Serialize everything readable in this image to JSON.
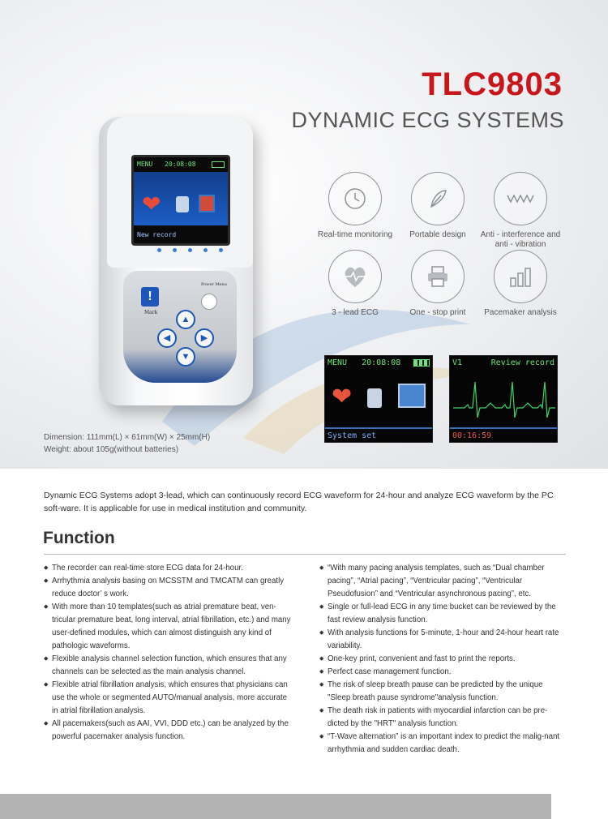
{
  "header": {
    "model": "TLC9803",
    "subtitle": "DYNAMIC ECG SYSTEMS"
  },
  "device": {
    "screen_menu": "MENU",
    "screen_time": "20:08:08",
    "screen_status": "New record",
    "mark_label": "Mark",
    "power_label": "Power Menu"
  },
  "dimensions": {
    "line1": "Dimension: 111mm(L) × 61mm(W) × 25mm(H)",
    "line2": "Weight: about 105g(without batteries)"
  },
  "features": [
    {
      "label": "Real-time monitoring",
      "icon": "clock-icon"
    },
    {
      "label": "Portable design",
      "icon": "feather-icon"
    },
    {
      "label": "Anti - interference and anti - vibration",
      "icon": "wave-icon"
    },
    {
      "label": "3 - lead ECG",
      "icon": "heart-ecg-icon"
    },
    {
      "label": "One - stop print",
      "icon": "printer-icon"
    },
    {
      "label": "Pacemaker analysis",
      "icon": "bar-chart-icon"
    }
  ],
  "screens": {
    "menu": {
      "title": "MENU",
      "time": "20:08:08",
      "footer": "System set"
    },
    "review": {
      "lead": "V1",
      "title": "Review record",
      "footer": "00:16:59"
    }
  },
  "intro": "Dynamic ECG Systems adopt 3-lead, which can continuously record ECG waveform for 24-hour and analyze ECG waveform by the PC soft-ware. It is applicable for use in medical institution and community.",
  "function": {
    "title": "Function",
    "left": [
      "The recorder can real-time store ECG data for 24-hour.",
      "Arrhythmia analysis basing on MCSSTM and TMCATM can greatly reduce doctor’ s work.",
      "With more than 10 templates(such as atrial premature beat, ven-tricular premature beat, long interval, atrial fibrillation, etc.) and many user-defined modules, which can almost distinguish any kind of pathologic waveforms.",
      "Flexible analysis channel selection function, which ensures that any channels can be selected as the main analysis channel.",
      "Flexible atrial fibrillation analysis, which ensures that physicians can use the whole or segmented AUTO/manual analysis, more accurate in atrial fibrillation analysis.",
      "All pacemakers(such as AAI, VVI, DDD etc.) can be analyzed by the powerful pacemaker analysis function."
    ],
    "right": [
      "“With many pacing analysis templates, such as “Dual chamber pacing”, “Atrial pacing”, “Ventricular pacing”, “Ventricular Pseudofusion” and “Ventricular asynchronous pacing”, etc.",
      "Single or full-lead ECG in any time bucket can be reviewed by the fast review analysis function.",
      "With analysis functions for 5-minute, 1-hour and 24-hour heart rate variability.",
      "One-key print, convenient and fast to print the reports.",
      "Perfect case management function.",
      "The risk of sleep breath pause can be predicted by the unique \"Sleep breath pause syndrome\"analysis function.",
      "The death risk in patients with myocardial infarction can be pre-dicted by the \"HRT\" analysis function.",
      "“T-Wave alternation” is an important index to predict the malig-nant arrhythmia and sudden cardiac death."
    ]
  }
}
